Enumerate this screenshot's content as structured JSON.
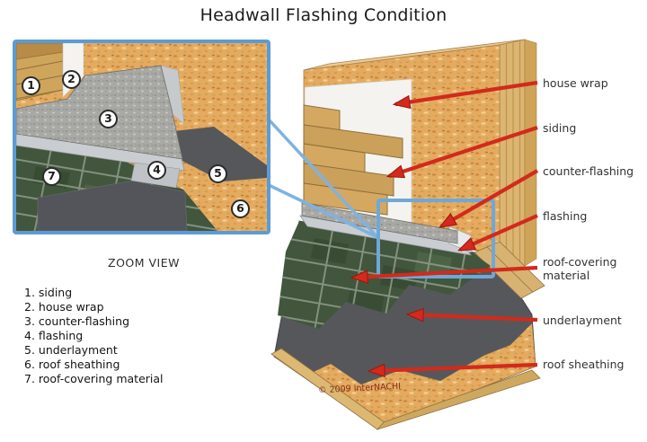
{
  "title": "Headwall Flashing Condition",
  "inset": {
    "caption": "ZOOM VIEW",
    "callouts": [
      "1",
      "2",
      "3",
      "4",
      "5",
      "6",
      "7"
    ]
  },
  "legend": {
    "items": [
      "1. siding",
      "2. house wrap",
      "3. counter-flashing",
      "4. flashing",
      "5. underlayment",
      "6. roof sheathing",
      "7. roof-covering material"
    ]
  },
  "labels": {
    "house_wrap": "house wrap",
    "siding": "siding",
    "counter_flashing": "counter-flashing",
    "flashing": "flashing",
    "roof_covering": "roof-covering material",
    "underlayment": "underlayment",
    "roof_sheathing": "roof sheathing"
  },
  "copyright": "© 2009 InterNACHI",
  "colors": {
    "arrow_red": "#d22a1c",
    "callout_blue": "#6fa8d8",
    "inset_border_blue": "#5b9bd5",
    "osb_tan": "#e4ab60",
    "siding_tan": "#d2a65f",
    "counter_flashing_gray": "#a8a8a4",
    "flashing_gray": "#c9cdd1",
    "underlayment_gray": "#56575b",
    "shingle_green": "#41563c",
    "house_wrap_white": "#f4f3ef",
    "label_text": "#333333"
  }
}
